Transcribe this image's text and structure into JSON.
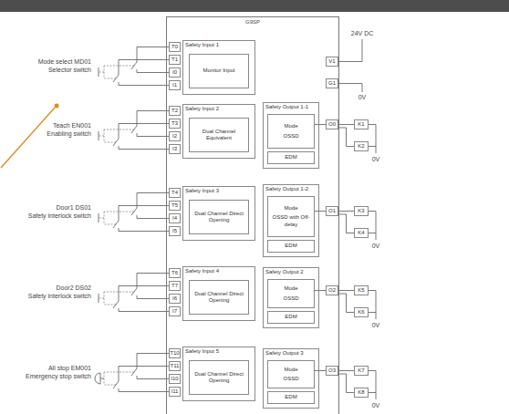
{
  "diagram": {
    "nodes": [
      {
        "text": [
          "G9SP"
        ]
      },
      {
        "text": [
          "Safety Input 1"
        ],
        "in": 0
      },
      {
        "text": [
          "Monitor Input"
        ],
        "in": 1
      },
      {
        "text": [
          "T0"
        ],
        "in": 0
      },
      {
        "text": [
          "T1"
        ],
        "in": 0
      },
      {
        "text": [
          "I0"
        ],
        "in": 0
      },
      {
        "text": [
          "I1"
        ],
        "in": 0
      },
      {
        "text": [
          "Safety Input 2"
        ],
        "in": 0
      },
      {
        "text": [
          "Dual Channel Equivalent"
        ],
        "in": 7
      },
      {
        "text": [
          "T2"
        ],
        "in": 0
      },
      {
        "text": [
          "T3"
        ],
        "in": 0
      },
      {
        "text": [
          "I2"
        ],
        "in": 0
      },
      {
        "text": [
          "I3"
        ],
        "in": 0
      },
      {
        "text": [
          "Safety Input 3"
        ],
        "in": 0
      },
      {
        "text": [
          "Dual Channel Direct Opening"
        ],
        "in": 13
      },
      {
        "text": [
          "T4"
        ],
        "in": 0
      },
      {
        "text": [
          "T5"
        ],
        "in": 0
      },
      {
        "text": [
          "I4"
        ],
        "in": 0
      },
      {
        "text": [
          "I5"
        ],
        "in": 0
      },
      {
        "text": [
          "Safety Input 4"
        ],
        "in": 0
      },
      {
        "text": [
          "Dual Channel Direct Opening"
        ],
        "in": 19
      },
      {
        "text": [
          "T6"
        ],
        "in": 0
      },
      {
        "text": [
          "T7"
        ],
        "in": 0
      },
      {
        "text": [
          "I6"
        ],
        "in": 0
      },
      {
        "text": [
          "I7"
        ],
        "in": 0
      },
      {
        "text": [
          "Safety Input 5"
        ],
        "in": 0
      },
      {
        "text": [
          "Dual Channel Direct Opening"
        ],
        "in": 25
      },
      {
        "text": [
          "T10"
        ],
        "in": 0
      },
      {
        "text": [
          "T11"
        ],
        "in": 0
      },
      {
        "text": [
          "I10"
        ],
        "in": 0
      },
      {
        "text": [
          "I11"
        ],
        "in": 0
      },
      {
        "text": [
          "V1"
        ],
        "in": 0
      },
      {
        "text": [
          "G1"
        ],
        "in": 0
      },
      {
        "text": [
          "Safety Output 1-1"
        ],
        "in": 0
      },
      {
        "text": [
          "Mode",
          "OSSD"
        ],
        "in": 33
      },
      {
        "text": [
          "EDM"
        ],
        "in": 33
      },
      {
        "text": [
          "Safety Output 1-2"
        ],
        "in": 0
      },
      {
        "text": [
          "Mode",
          "OSSD with Off-delay"
        ],
        "in": 36
      },
      {
        "text": [
          "EDM"
        ],
        "in": 36
      },
      {
        "text": [
          "Safety Output 2"
        ],
        "in": 0
      },
      {
        "text": [
          "Mode",
          "OSSD"
        ],
        "in": 39
      },
      {
        "text": [
          "EDM"
        ],
        "in": 39
      },
      {
        "text": [
          "Safety Output 3"
        ],
        "in": 0
      },
      {
        "text": [
          "Mode",
          "OSSD"
        ],
        "in": 42
      },
      {
        "text": [
          "EDM"
        ],
        "in": 42
      },
      {
        "text": [
          "O0"
        ],
        "in": 0
      },
      {
        "text": [
          "O1"
        ],
        "in": 0
      },
      {
        "text": [
          "O2"
        ],
        "in": 0
      },
      {
        "text": [
          "O3"
        ],
        "in": 0
      },
      {
        "text": [
          "K1"
        ]
      },
      {
        "text": [
          "K2"
        ]
      },
      {
        "text": [
          "K3"
        ]
      },
      {
        "text": [
          "K4"
        ]
      },
      {
        "text": [
          "K5"
        ]
      },
      {
        "text": [
          "K6"
        ]
      },
      {
        "text": [
          "K7"
        ]
      },
      {
        "text": [
          "K8"
        ]
      }
    ],
    "edges": [
      {
        "from": 34,
        "to": 45,
        "arrow": "none"
      },
      {
        "from": 45,
        "to": 49,
        "arrow": "none"
      },
      {
        "from": 45,
        "to": 50,
        "arrow": "none"
      },
      {
        "from": 37,
        "to": 46,
        "arrow": "none"
      },
      {
        "from": 46,
        "to": 51,
        "arrow": "none"
      },
      {
        "from": 46,
        "to": 52,
        "arrow": "none"
      },
      {
        "from": 40,
        "to": 47,
        "arrow": "none"
      },
      {
        "from": 47,
        "to": 53,
        "arrow": "none"
      },
      {
        "from": 47,
        "to": 54,
        "arrow": "none"
      },
      {
        "from": 43,
        "to": 48,
        "arrow": "none"
      },
      {
        "from": 48,
        "to": 55,
        "arrow": "none"
      },
      {
        "from": 48,
        "to": 56,
        "arrow": "none"
      }
    ],
    "labels": [
      "Mode select MD01",
      "Selector switch",
      "Teach EN001",
      "Enabling switch",
      "Door1 DS01",
      "Safety interlock switch",
      "Door2 DS02",
      "Safety interlock switch",
      "All stop EM001",
      "Emergency stop switch",
      "24V DC",
      "0V",
      "0V",
      "0V",
      "0V",
      "0V"
    ]
  }
}
